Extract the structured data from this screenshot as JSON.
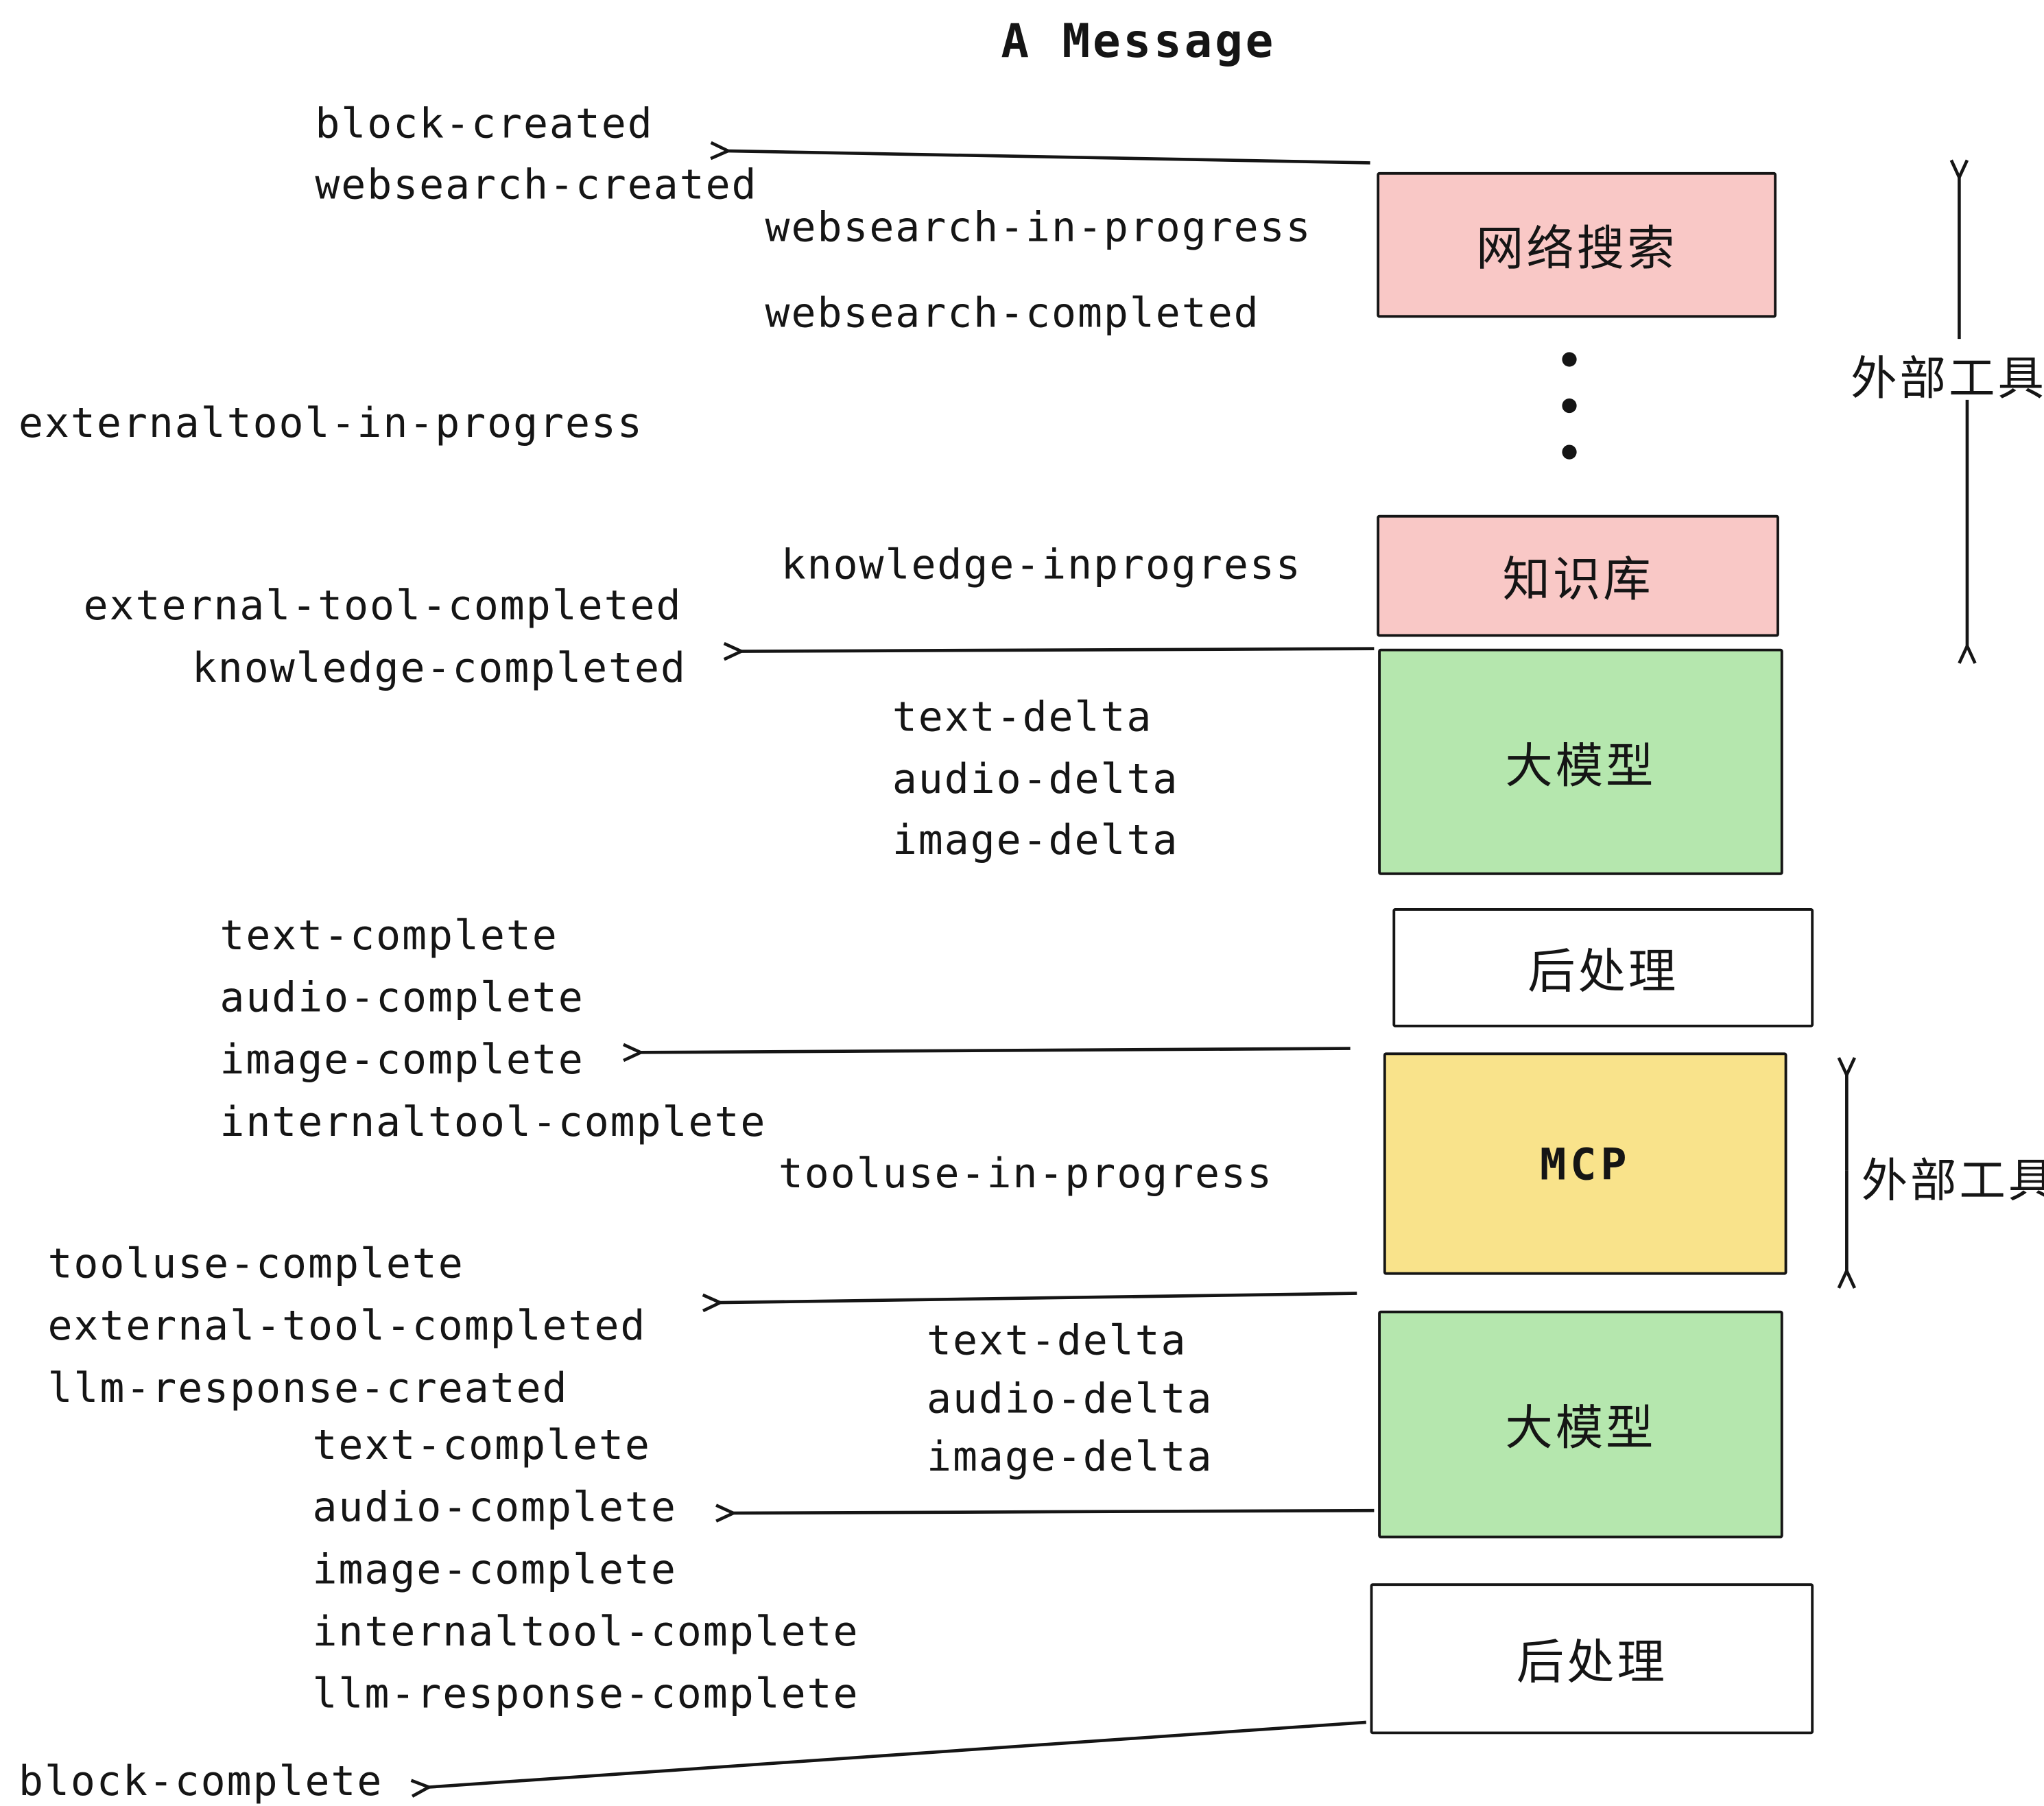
{
  "title": "A Message",
  "colors": {
    "pink": "#f9c8c6",
    "green": "#b5e7ae",
    "yellow": "#f9e38b",
    "white": "#ffffff",
    "line": "#151515"
  },
  "boxes": [
    {
      "id": "websearch",
      "label": "网络搜索",
      "color": "#f9c8c6"
    },
    {
      "id": "knowledge",
      "label": "知识库",
      "color": "#f9c8c6"
    },
    {
      "id": "llm-1",
      "label": "大模型",
      "color": "#b5e7ae"
    },
    {
      "id": "post-1",
      "label": "后处理",
      "color": "#ffffff"
    },
    {
      "id": "mcp",
      "label": "MCP",
      "color": "#f9e38b"
    },
    {
      "id": "llm-2",
      "label": "大模型",
      "color": "#b5e7ae"
    },
    {
      "id": "post-2",
      "label": "后处理",
      "color": "#ffffff"
    }
  ],
  "side_labels": [
    {
      "text": "外部工具"
    },
    {
      "text": "外部工具"
    }
  ],
  "events": [
    "block-created",
    "websearch-created",
    "websearch-in-progress",
    "websearch-completed",
    "externaltool-in-progress",
    "knowledge-inprogress",
    "external-tool-completed",
    "knowledge-completed",
    "text-delta",
    "audio-delta",
    "image-delta",
    "text-complete",
    "audio-complete",
    "image-complete",
    "internaltool-complete",
    "tooluse-in-progress",
    "tooluse-complete",
    "external-tool-completed",
    "llm-response-created",
    "text-delta",
    "audio-delta",
    "image-delta",
    "text-complete",
    "audio-complete",
    "image-complete",
    "internaltool-complete",
    "llm-response-complete",
    "block-complete"
  ]
}
